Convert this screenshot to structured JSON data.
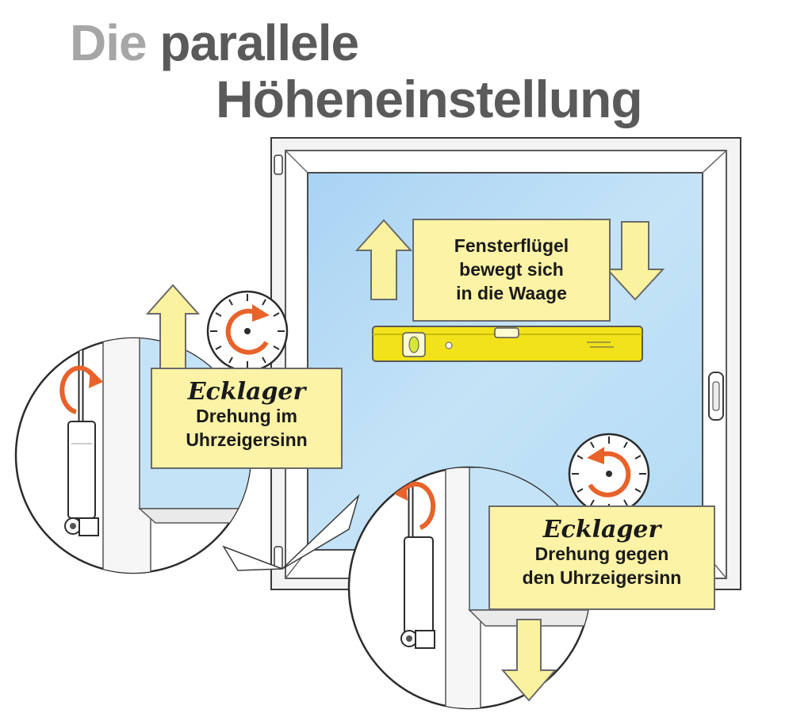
{
  "title": {
    "word_light": "Die",
    "word_dark": "parallele",
    "line2": "Höheneinstellung"
  },
  "center_label": {
    "lines": [
      "Fensterflügel",
      "bewegt sich",
      "in die Waage"
    ]
  },
  "left_label": {
    "heading": "Ecklager",
    "lines": [
      "Drehung im",
      "Uhrzeigersinn"
    ],
    "rotation": "clockwise"
  },
  "right_label": {
    "heading": "Ecklager",
    "lines": [
      "Drehung gegen",
      "den Uhrzeigersinn"
    ],
    "rotation": "counterclockwise"
  },
  "colors": {
    "glass": "#b9dcf5",
    "frame": "#f2f2f2",
    "label_fill": "#fcf3a6",
    "arrow_fill": "#fbf2a0",
    "rotation_orange": "#e8622a",
    "spirit_level": "#f2e21a",
    "title_dark": "#5a5a5a",
    "title_light": "#a6a6a6"
  },
  "icons": [
    "up-arrow-icon",
    "down-arrow-icon",
    "clock-clockwise-icon",
    "clock-counterclockwise-icon",
    "spirit-level-icon",
    "hex-key-icon",
    "window-handle-icon"
  ]
}
